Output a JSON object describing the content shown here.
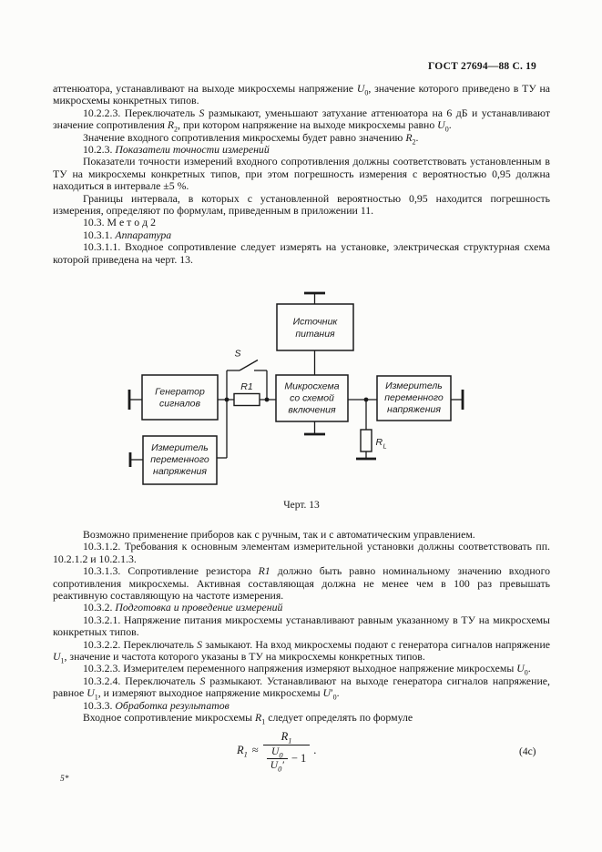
{
  "page": {
    "header": "ГОСТ 27694—88 С. 19",
    "footer_note": "5*"
  },
  "content": {
    "paragraphs_top": [
      {
        "indent": false,
        "runs": [
          {
            "t": "аттенюатора, устанавливают на выходе микросхемы напряжение "
          },
          {
            "t": "U",
            "i": true
          },
          {
            "t": "0",
            "sub": true
          },
          {
            "t": ", значение которого приведено в ТУ на микросхемы конкретных типов."
          }
        ]
      },
      {
        "indent": true,
        "runs": [
          {
            "t": "10.2.2.3. Переключатель "
          },
          {
            "t": "S",
            "i": true
          },
          {
            "t": " размыкают, уменьшают затухание аттенюатора на 6 дБ и устанавливают значение сопротивления "
          },
          {
            "t": "R",
            "i": true
          },
          {
            "t": "2",
            "sub": true
          },
          {
            "t": ", при котором напряжение на выходе микросхемы равно "
          },
          {
            "t": "U",
            "i": true
          },
          {
            "t": "0",
            "sub": true
          },
          {
            "t": "."
          }
        ]
      },
      {
        "indent": true,
        "runs": [
          {
            "t": "Значение входного сопротивления микросхемы будет равно значению "
          },
          {
            "t": "R",
            "i": true
          },
          {
            "t": "2",
            "sub": true
          },
          {
            "t": "."
          }
        ]
      },
      {
        "indent": true,
        "runs": [
          {
            "t": "10.2.3. "
          },
          {
            "t": "Показатели точности измерений",
            "i": true
          }
        ]
      },
      {
        "indent": true,
        "runs": [
          {
            "t": "Показатели точности измерений входного сопротивления должны соответствовать установленным в ТУ на микросхемы конкретных типов, при этом погрешность измерения с вероятностью 0,95 должна находиться в интервале ±5 %."
          }
        ]
      },
      {
        "indent": true,
        "runs": [
          {
            "t": "Границы интервала, в которых с установленной вероятностью 0,95 находится погрешность измерения, определяют по формулам, приведенным в приложении 11."
          }
        ]
      },
      {
        "indent": true,
        "runs": [
          {
            "t": "10.3. М е т о д  2"
          }
        ]
      },
      {
        "indent": true,
        "runs": [
          {
            "t": "10.3.1. "
          },
          {
            "t": "Аппаратура",
            "i": true
          }
        ]
      },
      {
        "indent": true,
        "runs": [
          {
            "t": "10.3.1.1. Входное сопротивление следует измерять на установке, электрическая структурная схема которой приведена на черт. 13."
          }
        ]
      }
    ],
    "paragraphs_bottom": [
      {
        "indent": true,
        "runs": [
          {
            "t": "Возможно применение приборов как с ручным, так и с автоматическим управлением."
          }
        ]
      },
      {
        "indent": true,
        "runs": [
          {
            "t": "10.3.1.2. Требования к основным элементам измерительной установки должны соответствовать пп. 10.2.1.2 и 10.2.1.3."
          }
        ]
      },
      {
        "indent": true,
        "runs": [
          {
            "t": "10.3.1.3. Сопротивление резистора "
          },
          {
            "t": "R1",
            "i": true
          },
          {
            "t": " должно быть равно номинальному значению входного сопротивления микросхемы. Активная составляющая должна не менее чем в 100 раз превышать реактивную составляющую на частоте измерения."
          }
        ]
      },
      {
        "indent": true,
        "runs": [
          {
            "t": "10.3.2. "
          },
          {
            "t": "Подготовка и проведение измерений",
            "i": true
          }
        ]
      },
      {
        "indent": true,
        "runs": [
          {
            "t": "10.3.2.1. Напряжение питания микросхемы устанавливают равным указанному в ТУ на микросхемы конкретных типов."
          }
        ]
      },
      {
        "indent": true,
        "runs": [
          {
            "t": "10.3.2.2. Переключатель "
          },
          {
            "t": "S",
            "i": true
          },
          {
            "t": " замыкают. На вход микросхемы подают с генератора сигналов напряжение "
          },
          {
            "t": "U",
            "i": true
          },
          {
            "t": "1",
            "sub": true
          },
          {
            "t": ", значение и частота которого указаны в ТУ на микросхемы конкретных типов."
          }
        ]
      },
      {
        "indent": true,
        "runs": [
          {
            "t": "10.3.2.3. Измерителем переменного напряжения измеряют выходное напряжение микросхемы "
          },
          {
            "t": "U",
            "i": true
          },
          {
            "t": "0",
            "sub": true
          },
          {
            "t": "."
          }
        ]
      },
      {
        "indent": true,
        "runs": [
          {
            "t": "10.3.2.4. Переключатель "
          },
          {
            "t": "S",
            "i": true
          },
          {
            "t": " размыкают. Устанавливают на выходе генератора сигналов напряжение, равное "
          },
          {
            "t": "U",
            "i": true
          },
          {
            "t": "1",
            "sub": true
          },
          {
            "t": ", и измеряют выходное напряжение микросхемы "
          },
          {
            "t": "U",
            "i": true
          },
          {
            "t": "′"
          },
          {
            "t": "0",
            "sub": true
          },
          {
            "t": "."
          }
        ]
      },
      {
        "indent": true,
        "runs": [
          {
            "t": "10.3.3. "
          },
          {
            "t": "Обработка результатов",
            "i": true
          }
        ]
      },
      {
        "indent": true,
        "runs": [
          {
            "t": "Входное сопротивление микросхемы "
          },
          {
            "t": "R",
            "i": true
          },
          {
            "t": "1",
            "sub": true
          },
          {
            "t": " следует определять по формуле"
          }
        ]
      }
    ]
  },
  "figure": {
    "caption": "Черт. 13",
    "boxes": {
      "power": [
        "Источник",
        "питания"
      ],
      "generator": [
        "Генератор",
        "сигналов"
      ],
      "chip": [
        "Микросхема",
        "со схемой",
        "включения"
      ],
      "meter_out": [
        "Измеритель",
        "переменного",
        "напряжения"
      ],
      "meter_in": [
        "Измеритель",
        "переменного",
        "напряжения"
      ]
    },
    "labels": {
      "switch": "S",
      "r1": "R1",
      "rl_base": "R",
      "rl_sub": "L"
    }
  },
  "formula": {
    "lhs_base": "R",
    "lhs_sub": "1",
    "relation": "≈",
    "num_base": "R",
    "num_sub": "1",
    "inner_num_base": "U",
    "inner_num_sub": "0",
    "inner_den_base": "U",
    "inner_den_sub": "0",
    "inner_den_prime": "′",
    "minus_one": "− 1",
    "period": ".",
    "number": "(4c)"
  },
  "colors": {
    "ink": "#1a1a1a",
    "paper": "#fcfcfa"
  }
}
